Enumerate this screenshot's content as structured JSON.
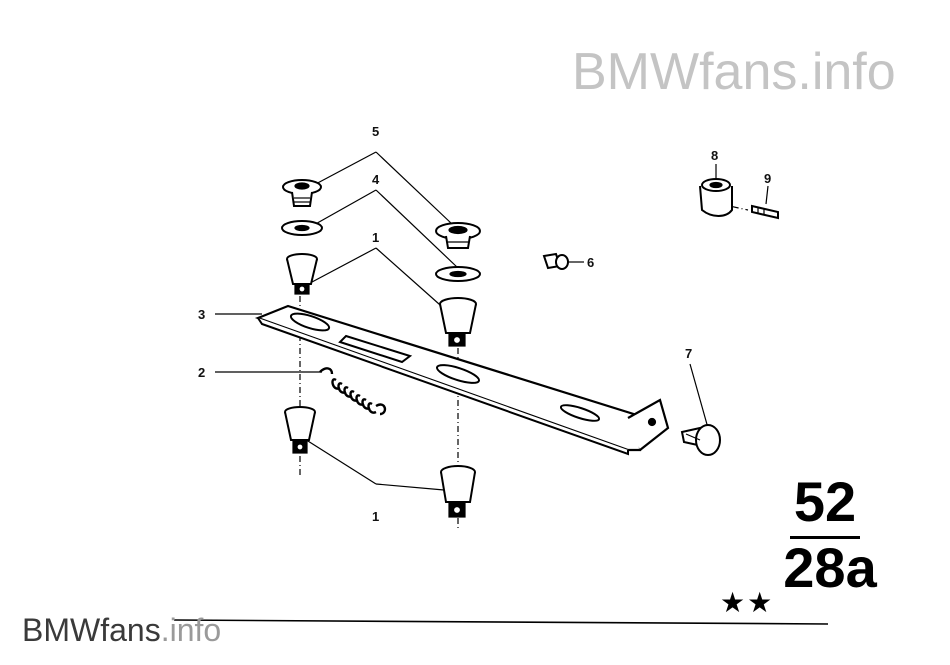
{
  "watermark": {
    "top_brand": "BMWfans",
    "top_tld": ".info",
    "bottom_brand": "BMWfans",
    "bottom_tld": ".info"
  },
  "callouts": {
    "c1_top": "1",
    "c1_bottom": "1",
    "c2": "2",
    "c3": "3",
    "c4": "4",
    "c5": "5",
    "c6": "6",
    "c7": "7",
    "c8": "8",
    "c9": "9"
  },
  "group": {
    "top": "52",
    "bottom": "28a",
    "stars": "★★"
  }
}
